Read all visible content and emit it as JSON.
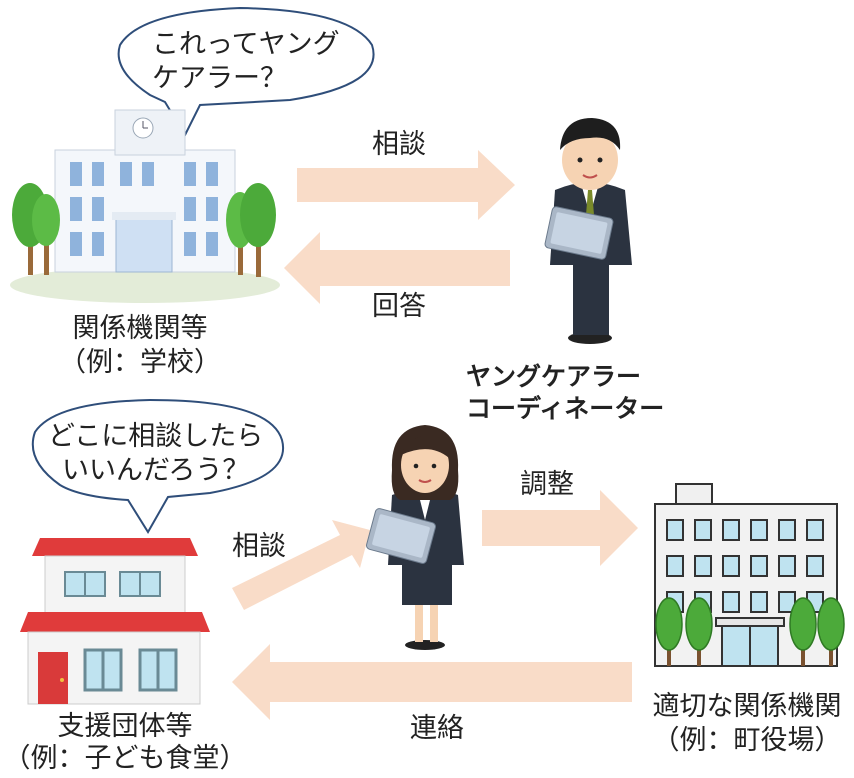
{
  "bubble_school": {
    "line1": "これってヤング",
    "line2": "ケアラー？"
  },
  "bubble_support": {
    "line1": "どこに相談したら",
    "line2": "いいんだろう？"
  },
  "school": {
    "name": "関係機関等",
    "example": "（例：学校）"
  },
  "support_group": {
    "name": "支援団体等",
    "example": "（例：子ども食堂）"
  },
  "town_office": {
    "name": "適切な関係機関",
    "example": "（例：町役場）"
  },
  "coordinator": {
    "line1": "ヤングケアラー",
    "line2": "コーディネーター"
  },
  "arrows": {
    "consult_top": "相談",
    "answer": "回答",
    "consult_bottom": "相談",
    "adjust": "調整",
    "contact": "連絡"
  },
  "colors": {
    "arrow": "#f9dcc8",
    "bubble_fill": "#ffffff",
    "bubble_stroke": "#2f4e7a"
  }
}
